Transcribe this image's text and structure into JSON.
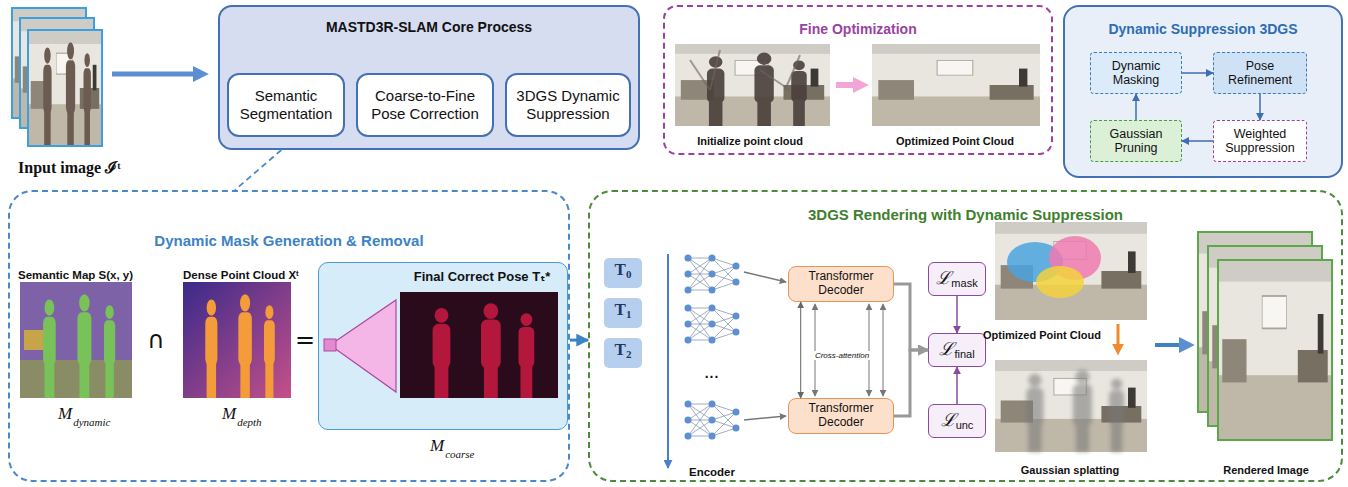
{
  "diagram": {
    "nodes": [
      {
        "text": [
          "MASTD3R-SLAM Core Process"
        ]
      },
      {
        "text": [
          "Semantic Segmentation"
        ],
        "in": 0
      },
      {
        "text": [
          "Coarse-to-Fine Pose Correction"
        ],
        "in": 0
      },
      {
        "text": [
          "3DGS Dynamic Suppression"
        ],
        "in": 0
      },
      {
        "text": [
          "Fine Optimization"
        ]
      },
      {
        "text": [
          "Dynamic Suppression 3DGS"
        ]
      },
      {
        "text": [
          "Dynamic Masking"
        ],
        "in": 5
      },
      {
        "text": [
          "Pose Refinement"
        ],
        "in": 5
      },
      {
        "text": [
          "Gaussian Pruning"
        ],
        "in": 5
      },
      {
        "text": [
          "Weighted Suppression"
        ],
        "in": 5
      },
      {
        "text": [
          "Dynamic Mask Generation & Removal"
        ]
      },
      {
        "text": [
          "Final Correct Pose Tₜ*"
        ],
        "in": 10
      },
      {
        "text": [
          "3DGS Rendering with Dynamic Suppression"
        ]
      },
      {
        "text": [
          "T",
          "0"
        ],
        "in": 12
      },
      {
        "text": [
          "T",
          "1"
        ],
        "in": 12
      },
      {
        "text": [
          "T",
          "2"
        ],
        "in": 12
      },
      {
        "text": [
          "Transformer Decoder"
        ],
        "in": 12
      },
      {
        "text": [
          "Transformer Decoder"
        ],
        "in": 12
      },
      {
        "text": [
          "ℒ",
          "mask"
        ],
        "in": 12
      },
      {
        "text": [
          "ℒ",
          "final"
        ],
        "in": 12
      },
      {
        "text": [
          "ℒ",
          "unc"
        ],
        "in": 12
      }
    ],
    "edges": [
      {
        "from": 0,
        "to": 10,
        "arrow": "none"
      },
      {
        "from": 6,
        "to": 7,
        "arrow": "to"
      },
      {
        "from": 7,
        "to": 9,
        "arrow": "to"
      },
      {
        "from": 9,
        "to": 8,
        "arrow": "to"
      },
      {
        "from": 8,
        "to": 6,
        "arrow": "to"
      },
      {
        "from": 10,
        "to": 12,
        "arrow": "to"
      },
      {
        "from": 16,
        "to": 17,
        "arrow": "both"
      },
      {
        "from": 16,
        "to": 19,
        "arrow": "to"
      },
      {
        "from": 17,
        "to": 19,
        "arrow": "to"
      },
      {
        "from": 18,
        "to": 19,
        "arrow": "to"
      },
      {
        "from": 20,
        "to": 19,
        "arrow": "to"
      }
    ],
    "labels": [
      "Input image ℐᵗ",
      "Initialize point cloud",
      "Optimized Point Cloud",
      "Semantic Map S(x, y)",
      "Dense Point Cloud Xᵗ",
      "∩",
      "=",
      "M",
      "dynamic",
      "M",
      "depth",
      "M",
      "coarse",
      "Encoder",
      "...",
      "Cross-attention",
      "Optimized Point Cloud",
      "Gaussian splatting",
      "Rendered Image"
    ]
  }
}
